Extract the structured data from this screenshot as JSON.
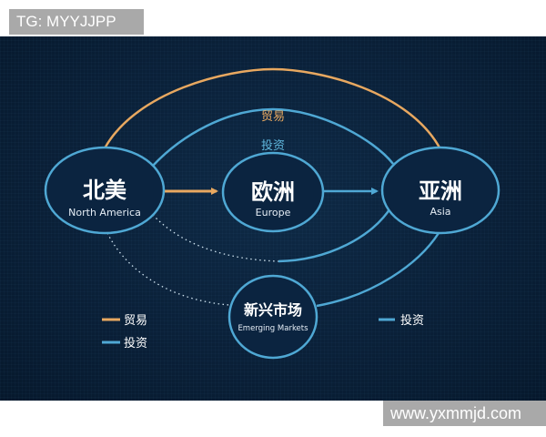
{
  "watermarks": {
    "top_left": "TG: MYYJJPP",
    "bottom_right": "www.yxmmjd.com"
  },
  "colors": {
    "background": "#0a2038",
    "trade": "#e8a860",
    "investment": "#4fa8d4",
    "node_stroke": "#4fa8d4",
    "text": "#ffffff"
  },
  "nodes": [
    {
      "id": "north-america",
      "zh": "北美",
      "en": "North America"
    },
    {
      "id": "europe",
      "zh": "欧洲",
      "en": "Europe"
    },
    {
      "id": "asia",
      "zh": "亚洲",
      "en": "Asia"
    },
    {
      "id": "emerging-markets",
      "zh": "新兴市场",
      "en": "Emerging Markets"
    }
  ],
  "edge_labels": {
    "trade_arc": "贸易",
    "investment_arc": "投资"
  },
  "legend": {
    "left": [
      {
        "type": "trade",
        "label": "贸易"
      },
      {
        "type": "investment",
        "label": "投资"
      }
    ],
    "right": [
      {
        "type": "investment",
        "label": "投资"
      }
    ]
  }
}
